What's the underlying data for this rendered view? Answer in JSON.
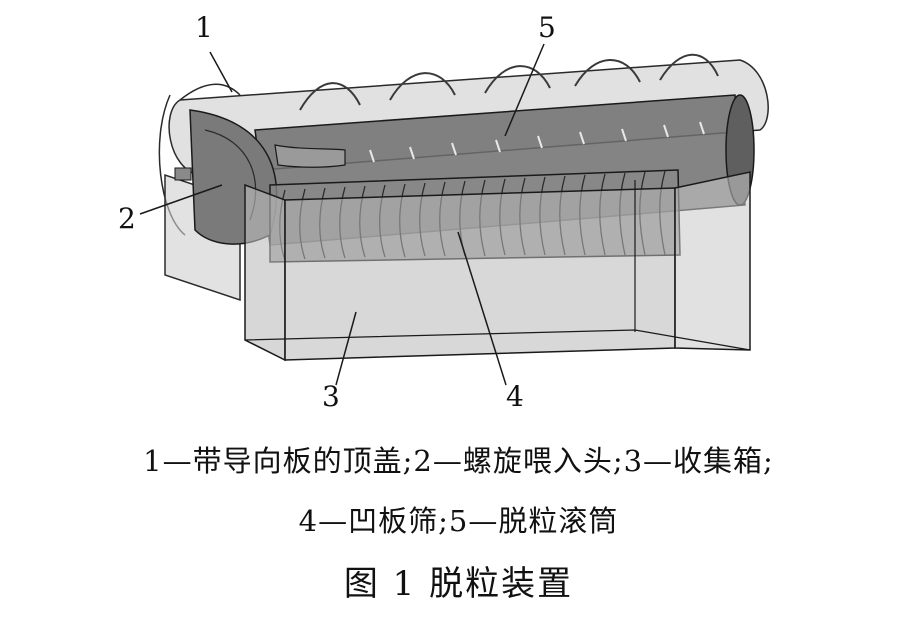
{
  "callouts": {
    "n1": "1",
    "n2": "2",
    "n3": "3",
    "n4": "4",
    "n5": "5"
  },
  "legend": {
    "line1": "1—带导向板的顶盖;2—螺旋喂入头;3—收集箱;",
    "line2": "4—凹板筛;5—脱粒滚筒"
  },
  "figure_title": "图 1 脱粒装置",
  "colors": {
    "line": "#1a1a1a",
    "housing_fill": "#c4c4c4",
    "drum_fill": "#6e6e6e",
    "screen_fill": "#8a8a8a",
    "collector_fill": "#b8b8b8"
  }
}
